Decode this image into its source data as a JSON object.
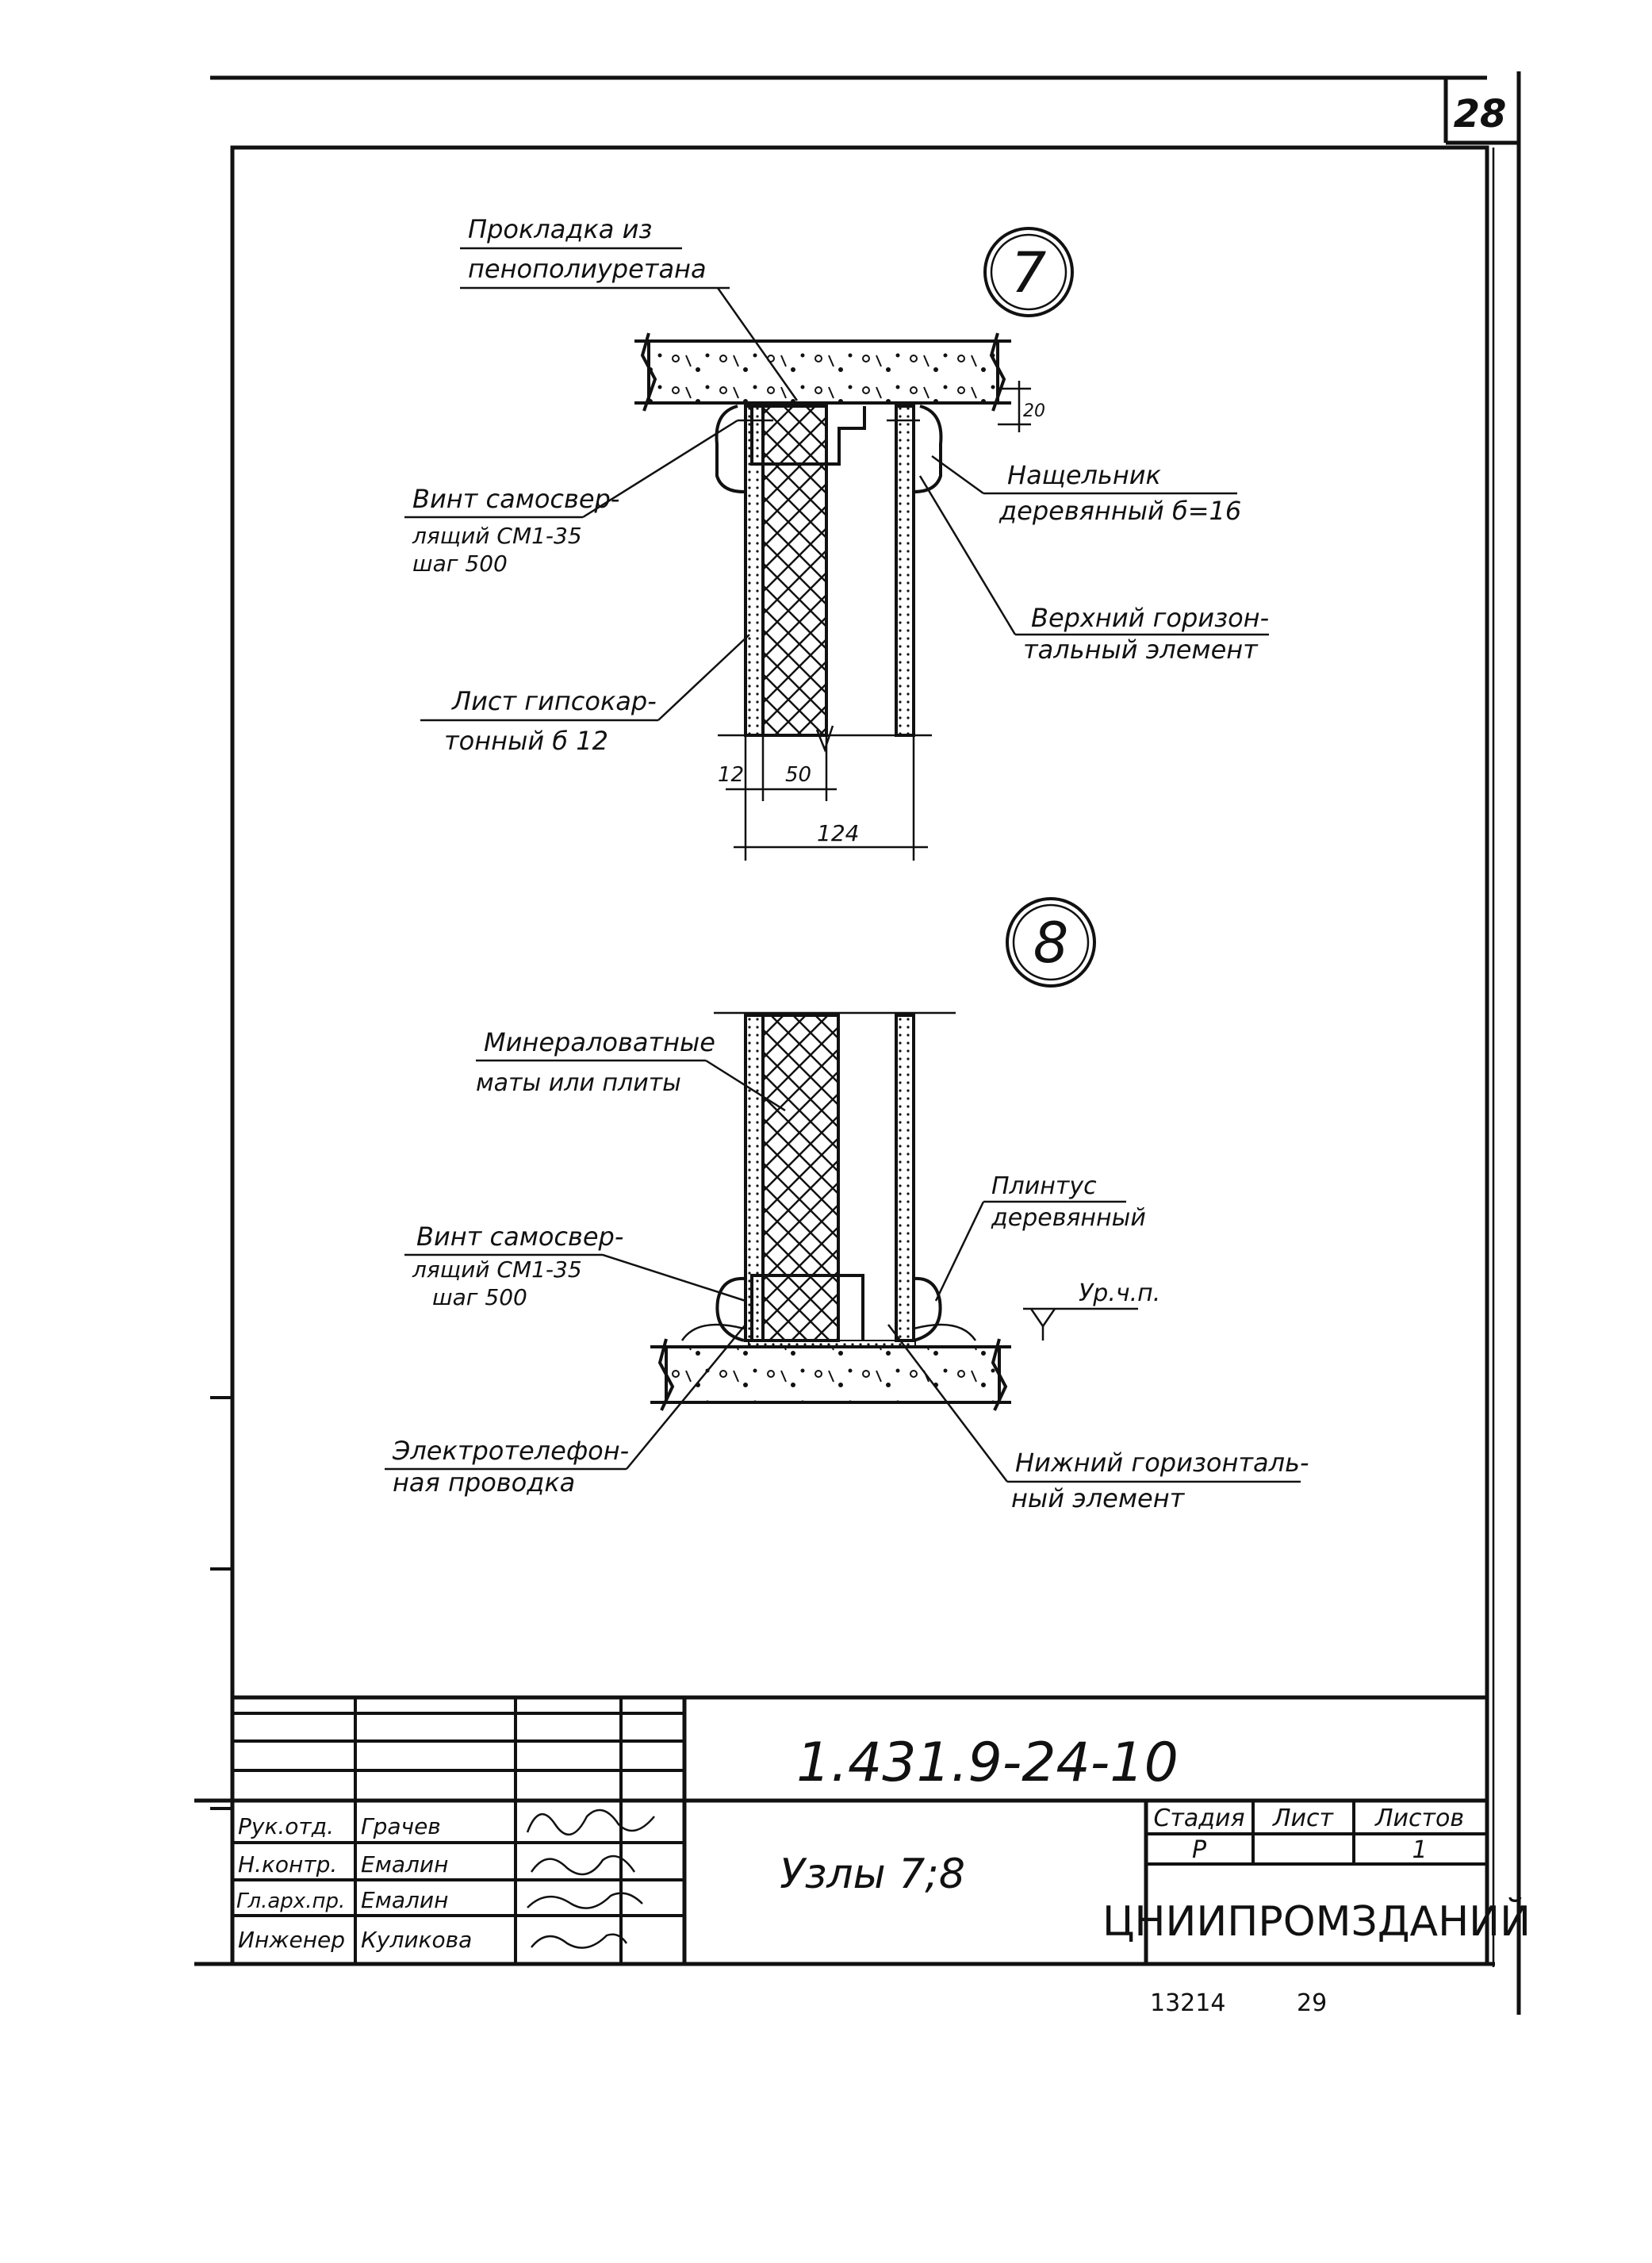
{
  "page_number": "28",
  "node7": {
    "id": "7",
    "labels": {
      "gasket": [
        "Прокладка из",
        "пенополиуретана"
      ],
      "screw": [
        "Винт самосвер-",
        "лящий СМ1-35",
        "шаг 500"
      ],
      "gypsum": [
        "Лист гипсокар-",
        "тонный б 12"
      ],
      "plinth": [
        "Нащельник",
        "деревянный б=16"
      ],
      "top_element": [
        "Верхний горизон-",
        "тальный элемент"
      ]
    },
    "dims": {
      "d1": "12",
      "d2": "50",
      "total": "124",
      "gap": "20"
    }
  },
  "node8": {
    "id": "8",
    "labels": {
      "mineral": [
        "Минераловатные",
        "маты или плиты"
      ],
      "plinth": [
        "Плинтус",
        "деревянный"
      ],
      "screw": [
        "Винт самосвер-",
        "лящий СМ1-35",
        "шаг 500"
      ],
      "level": "Ур.ч.п.",
      "electric": [
        "Электротелефон-",
        "ная проводка"
      ],
      "bottom_element": [
        "Нижний горизонталь-",
        "ный элемент"
      ]
    }
  },
  "title_block": {
    "doc_code": "1.431.9-24-10",
    "title": "Узлы 7;8",
    "stage_header": "Стадия",
    "sheet_header": "Лист",
    "sheets_header": "Листов",
    "stage": "Р",
    "sheet": "",
    "sheets": "1",
    "org": "ЦНИИПРОМЗДАНИЙ",
    "roles": [
      {
        "role": "Рук.отд.",
        "name": "Грачев"
      },
      {
        "role": "Н.контр.",
        "name": "Емалин"
      },
      {
        "role": "Гл.арх.пр.",
        "name": "Емалин"
      },
      {
        "role": "Инженер",
        "name": "Куликова"
      }
    ]
  },
  "footer": {
    "inventory": "13214",
    "copy": "29"
  }
}
